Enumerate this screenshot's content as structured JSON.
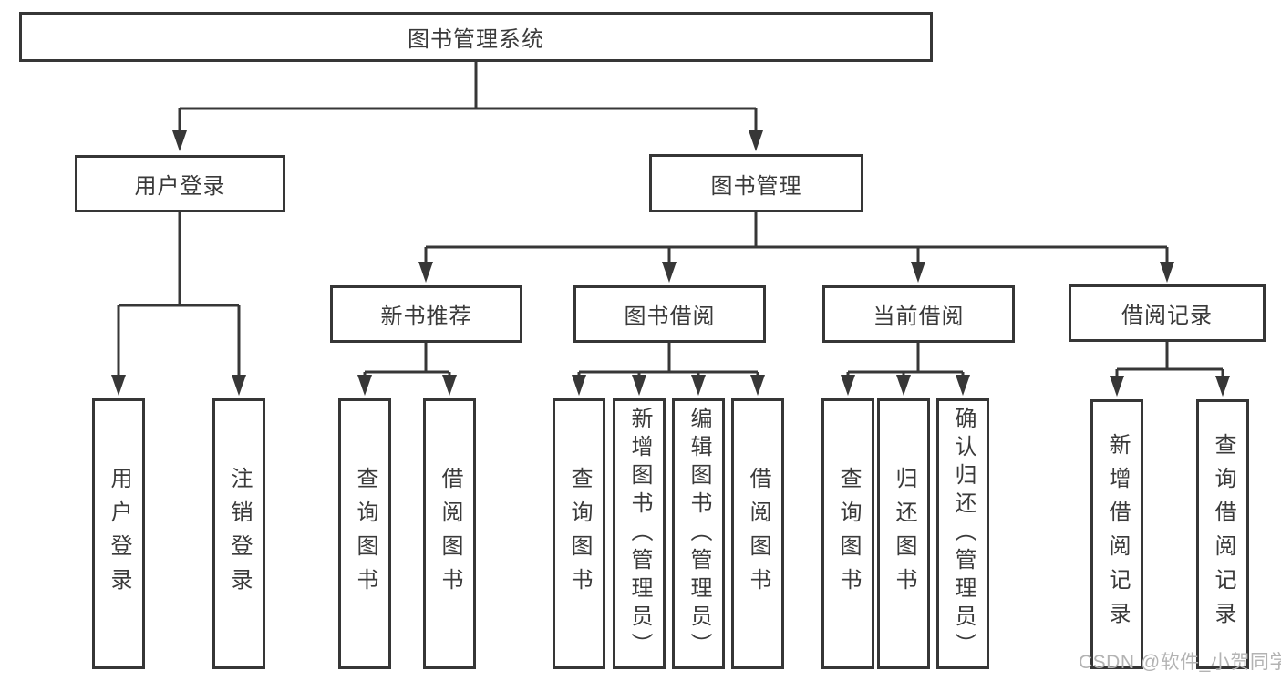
{
  "title": "图书管理系统",
  "tree": {
    "root": {
      "label": "图书管理系统"
    },
    "user_login": {
      "label": "用户登录",
      "children": {
        "login": {
          "label": "用户登录"
        },
        "logout": {
          "label": "注销登录"
        }
      }
    },
    "book_mgmt": {
      "label": "图书管理",
      "children": {
        "new_book_rec": {
          "label": "新书推荐",
          "children": {
            "query_book": {
              "label": "查询图书"
            },
            "borrow_book": {
              "label": "借阅图书"
            }
          }
        },
        "book_borrow": {
          "label": "图书借阅",
          "children": {
            "query_book": {
              "label": "查询图书"
            },
            "add_book": {
              "label": "新增图书（管理员）"
            },
            "edit_book": {
              "label": "编辑图书（管理员）"
            },
            "borrow_book": {
              "label": "借阅图书"
            }
          }
        },
        "current_borrow": {
          "label": "当前借阅",
          "children": {
            "query_book": {
              "label": "查询图书"
            },
            "return_book": {
              "label": "归还图书"
            },
            "confirm_return": {
              "label": "确认归还（管理员）"
            }
          }
        },
        "borrow_records": {
          "label": "借阅记录",
          "children": {
            "add_record": {
              "label": "新增借阅记录"
            },
            "query_record": {
              "label": "查询借阅记录"
            }
          }
        }
      }
    }
  },
  "watermark": {
    "text": "CSDN @软件_小贺同学"
  },
  "colors": {
    "line": "#373737",
    "box_border": "#363636",
    "text": "#3a3a3a",
    "watermark": "#b3b3b3",
    "background": "#ffffff"
  }
}
